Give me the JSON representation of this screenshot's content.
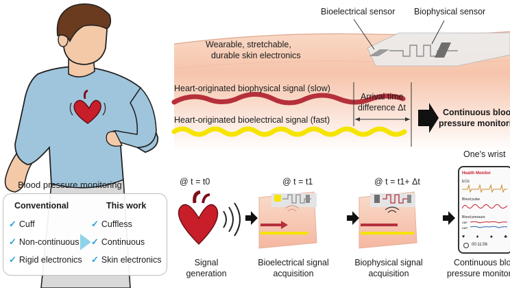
{
  "labels": {
    "bioelectrical_sensor": "Bioelectrical sensor",
    "biophysical_sensor": "Biophysical sensor",
    "wearable_line1": "Wearable, stretchable,",
    "wearable_line2": "durable skin electronics",
    "signal_slow": "Heart-originated biophysical signal (slow)",
    "signal_fast": "Heart-originated bioelectrical signal (fast)",
    "arrival_line1": "Arrival time",
    "arrival_line2": "difference Δt",
    "continuous_line1": "Continuous blood",
    "continuous_line2": "pressure monitoring",
    "wrist": "One's wrist",
    "bp_monitoring_title": "Blood pressure monitoring"
  },
  "time_labels": {
    "t0": "@ t = t0",
    "t1": "@ t = t1",
    "t1dt": "@ t = t1+ Δt"
  },
  "steps": {
    "s1_l1": "Signal",
    "s1_l2": "generation",
    "s2_l1": "Bioelectrical signal",
    "s2_l2": "acquisition",
    "s3_l1": "Biophysical signal",
    "s3_l2": "acquisition",
    "s4_l1": "Continuous blood",
    "s4_l2": "pressure monitor"
  },
  "comparison": {
    "conventional_header": "Conventional",
    "this_work_header": "This work",
    "conventional": [
      "Cuff",
      "Non-continuous",
      "Rigid electronics"
    ],
    "this_work": [
      "Cuffless",
      "Continuous",
      "Skin electronics"
    ]
  },
  "phone": {
    "title": "Health Monitor",
    "ecg": "ECG",
    "pulse": "Blood pulse",
    "bp": "Blood pressure",
    "sbp": "SBP",
    "dbp": "DBP",
    "time": "00:11:56"
  },
  "colors": {
    "slow_signal": "#b5303a",
    "fast_signal": "#f5e400",
    "skin": "#f6c9ae",
    "check": "#2a9fd6"
  }
}
